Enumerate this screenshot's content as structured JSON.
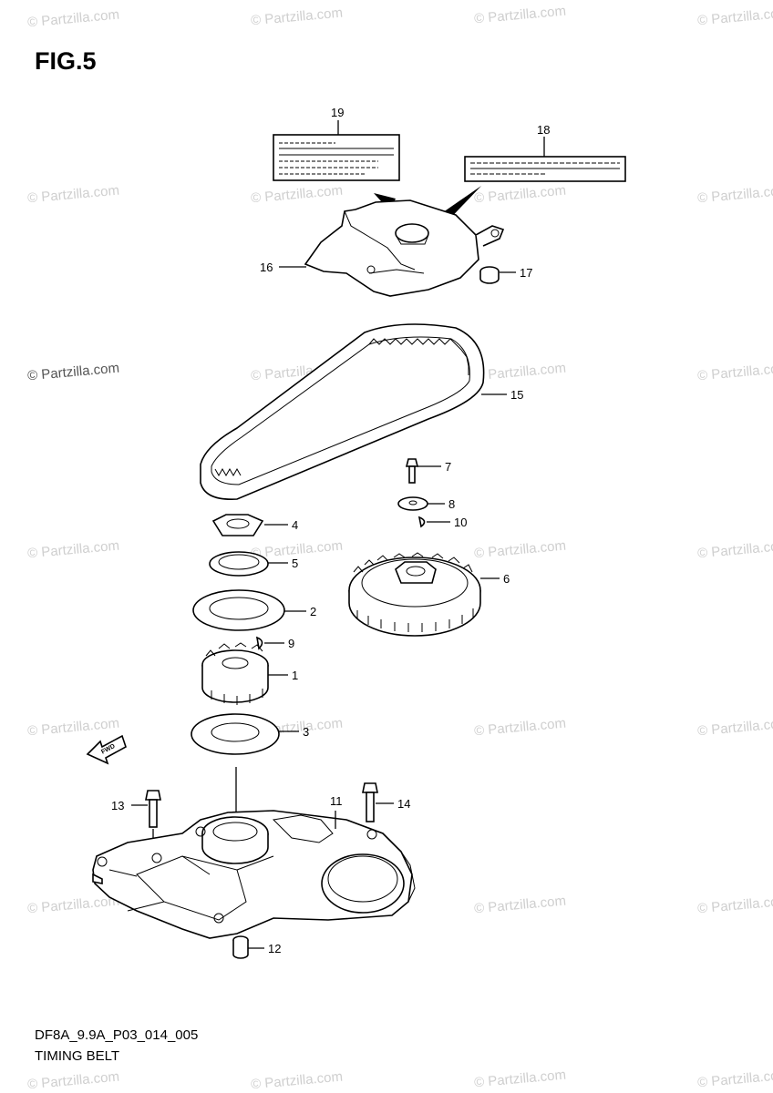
{
  "figure": {
    "title": "FIG.5"
  },
  "footer": {
    "code": "DF8A_9.9A_P03_014_005",
    "name": "TIMING BELT"
  },
  "watermark": {
    "text": "© Partzilla.com"
  },
  "fwd_label": "FWD",
  "callouts": [
    {
      "id": "19",
      "label": "19"
    },
    {
      "id": "18",
      "label": "18"
    },
    {
      "id": "16",
      "label": "16"
    },
    {
      "id": "17",
      "label": "17"
    },
    {
      "id": "15",
      "label": "15"
    },
    {
      "id": "7",
      "label": "7"
    },
    {
      "id": "8",
      "label": "8"
    },
    {
      "id": "10",
      "label": "10"
    },
    {
      "id": "4",
      "label": "4"
    },
    {
      "id": "5",
      "label": "5"
    },
    {
      "id": "6",
      "label": "6"
    },
    {
      "id": "2",
      "label": "2"
    },
    {
      "id": "9",
      "label": "9"
    },
    {
      "id": "1",
      "label": "1"
    },
    {
      "id": "3",
      "label": "3"
    },
    {
      "id": "11",
      "label": "11"
    },
    {
      "id": "13",
      "label": "13"
    },
    {
      "id": "14",
      "label": "14"
    },
    {
      "id": "12",
      "label": "12"
    }
  ]
}
